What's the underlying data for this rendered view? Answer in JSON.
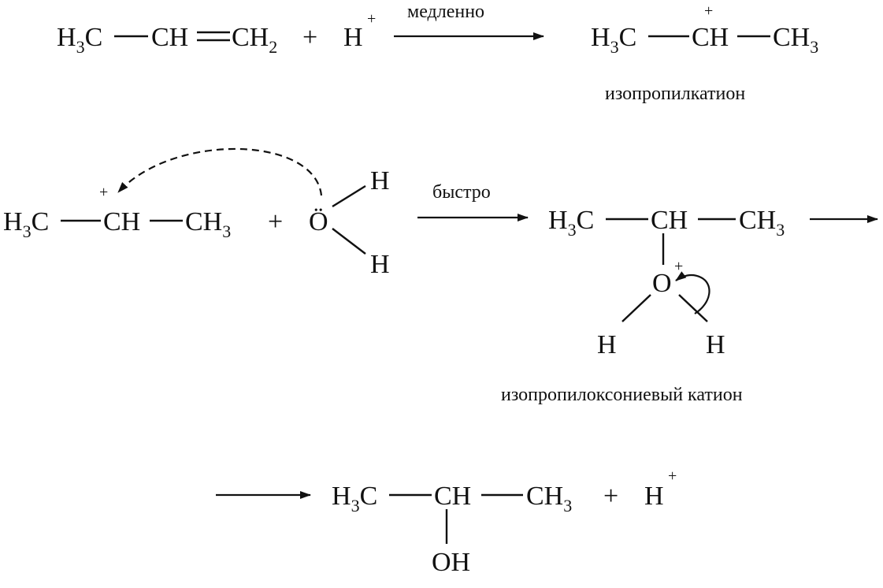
{
  "step1": {
    "reactant": {
      "h3c": "H",
      "h3c_sub": "3",
      "h3c_c": "C",
      "ch": "CH",
      "ch2_c": "CH",
      "ch2_sub": "2"
    },
    "plus": "+",
    "proton": {
      "h": "H",
      "charge": "+"
    },
    "arrow_label": "медленно",
    "product": {
      "h3c": "H",
      "h3c_sub": "3",
      "h3c_c": "C",
      "ch": "CH",
      "charge": "+",
      "ch3_c": "CH",
      "ch3_sub": "3"
    },
    "product_name": "изопропилкатион"
  },
  "step2": {
    "cation": {
      "h3c": "H",
      "h3c_sub": "3",
      "h3c_c": "C",
      "ch": "CH",
      "charge": "+",
      "ch3_c": "CH",
      "ch3_sub": "3"
    },
    "plus": "+",
    "water": {
      "o": "Ö",
      "h_top": "H",
      "h_bottom": "H"
    },
    "arrow_label": "быстро",
    "product": {
      "h3c": "H",
      "h3c_sub": "3",
      "h3c_c": "C",
      "ch": "CH",
      "ch3_c": "CH",
      "ch3_sub": "3",
      "o": "O",
      "o_charge": "+",
      "h_left": "H",
      "h_right": "H"
    },
    "product_name": "изопропилоксониевый катион"
  },
  "step3": {
    "product": {
      "h3c": "H",
      "h3c_sub": "3",
      "h3c_c": "C",
      "ch": "CH",
      "ch3_c": "CH",
      "ch3_sub": "3",
      "oh": "OH"
    },
    "plus": "+",
    "proton": {
      "h": "H",
      "charge": "+"
    }
  }
}
